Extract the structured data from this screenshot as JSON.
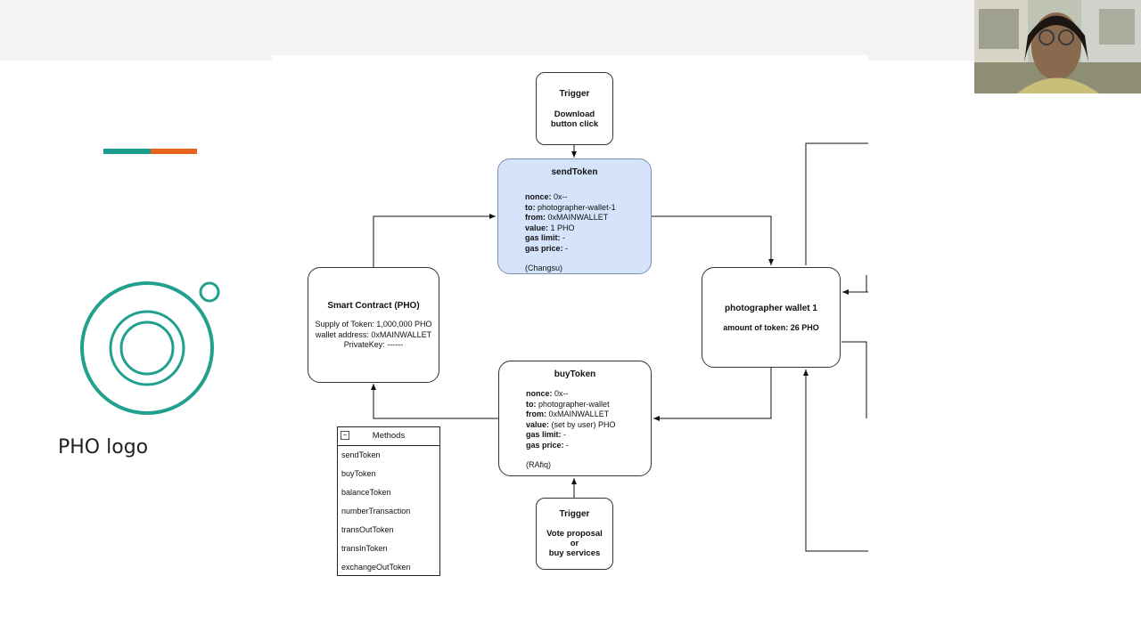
{
  "slide": {
    "logo_caption": "PHO logo",
    "accent_colors": [
      "#1a9c8c",
      "#e8641c"
    ],
    "logo_color": "#22a08e"
  },
  "diagram": {
    "trigger_top": {
      "title": "Trigger",
      "subtitle": "Download button click"
    },
    "send_token": {
      "title": "sendToken",
      "fill": "#d5e4fb",
      "lines": [
        {
          "key": "nonce:",
          "val": "0x--"
        },
        {
          "key": "to:",
          "val": "photographer-wallet-1"
        },
        {
          "key": "from:",
          "val": "0xMAINWALLET"
        },
        {
          "key": "value:",
          "val": "1 PHO"
        },
        {
          "key": "gas limit:",
          "val": "-"
        },
        {
          "key": "gas price:",
          "val": "-"
        }
      ],
      "owner": "(Changsu)"
    },
    "smart_contract": {
      "title": "Smart Contract (PHO)",
      "lines": [
        "Supply of Token: 1,000,000 PHO",
        "wallet address: 0xMAINWALLET",
        "PrivateKey: ------"
      ]
    },
    "wallet": {
      "title": "photographer wallet 1",
      "amount": "amount of token: 26 PHO"
    },
    "buy_token": {
      "title": "buyToken",
      "lines": [
        {
          "key": "nonce:",
          "val": "0x--"
        },
        {
          "key": "to:",
          "val": "photographer-wallet"
        },
        {
          "key": "from:",
          "val": "0xMAINWALLET"
        },
        {
          "key": "value:",
          "val": "(set by user) PHO"
        },
        {
          "key": "gas limit:",
          "val": "-"
        },
        {
          "key": "gas price:",
          "val": "-"
        }
      ],
      "owner": "(RAfiq)"
    },
    "trigger_bottom": {
      "title": "Trigger",
      "subtitle_lines": [
        "Vote proposal",
        "or",
        "buy services"
      ]
    },
    "methods": {
      "toggle": "−",
      "title": "Methods",
      "items": [
        "sendToken",
        "buyToken",
        "balanceToken",
        "numberTransaction",
        "transOutToken",
        "transInToken",
        "exchangeOutToken"
      ]
    }
  }
}
